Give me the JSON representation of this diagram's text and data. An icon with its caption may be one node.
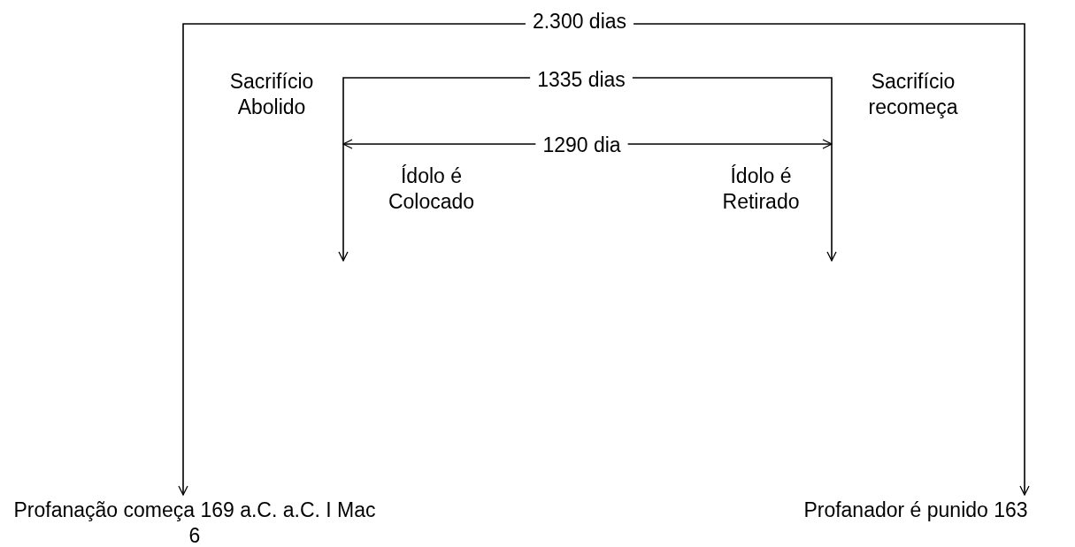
{
  "diagram": {
    "nodes": [
      {
        "text": [
          "2.300 dias"
        ]
      },
      {
        "text": [
          "1335 dias"
        ]
      },
      {
        "text": [
          "1290 dia"
        ]
      },
      {
        "text": [
          "Profanação começa 169 a.C. a.C. I Mac 6"
        ]
      },
      {
        "text": [
          "Profanador é punido 163"
        ]
      }
    ],
    "edges": [
      {
        "from": 0,
        "to": 3,
        "arrow": "to"
      },
      {
        "from": 0,
        "to": 4,
        "arrow": "to"
      },
      {
        "from": 1,
        "to": null,
        "arrow": "to"
      },
      {
        "from": 1,
        "to": null,
        "arrow": "to"
      },
      {
        "from": 2,
        "to": null,
        "arrow": "to"
      },
      {
        "from": 2,
        "to": null,
        "arrow": "to"
      }
    ],
    "labels": [
      "Sacrifício Abolido",
      "Sacrifício recomeça",
      "Ídolo é Colocado",
      "Ídolo é Retirado"
    ]
  }
}
